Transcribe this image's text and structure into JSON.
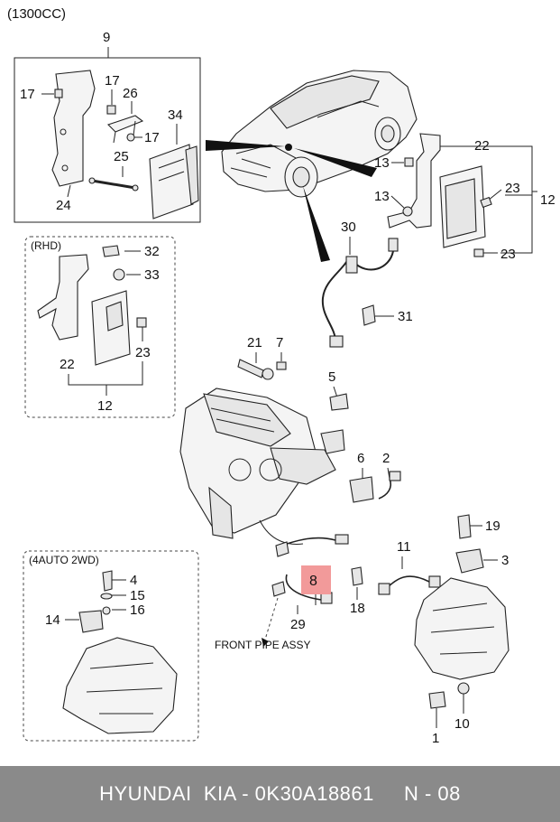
{
  "diagram": {
    "engine_note": "(1300CC)",
    "callouts": {
      "c9": "9",
      "c17a": "17",
      "c17b": "17",
      "c17c": "17",
      "c26": "26",
      "c34": "34",
      "c25": "25",
      "c24": "24",
      "c22a": "22",
      "c13a": "13",
      "c13b": "13",
      "c23a": "23",
      "c23b": "23",
      "c12a": "12",
      "c30": "30",
      "c31": "31",
      "c32": "32",
      "c33": "33",
      "c22b": "22",
      "c23c": "23",
      "c12b": "12",
      "c21": "21",
      "c7": "7",
      "c5": "5",
      "c6": "6",
      "c2": "2",
      "c11": "11",
      "c19": "19",
      "c3": "3",
      "c8": "8",
      "c18": "18",
      "c29": "29",
      "c4": "4",
      "c15": "15",
      "c16": "16",
      "c14": "14",
      "c10": "10",
      "c1": "1"
    },
    "box_rhd_title": "(RHD)",
    "box_4auto_title": "(4AUTO 2WD)",
    "front_pipe_label": "FRONT PIPE ASSY",
    "highlighted_part": "8",
    "highlight_color": "#f29a9a"
  },
  "footer": {
    "text": "HYUNDAI  KIA - 0K30A18861     N - 08",
    "background": "#8a8a8a"
  }
}
